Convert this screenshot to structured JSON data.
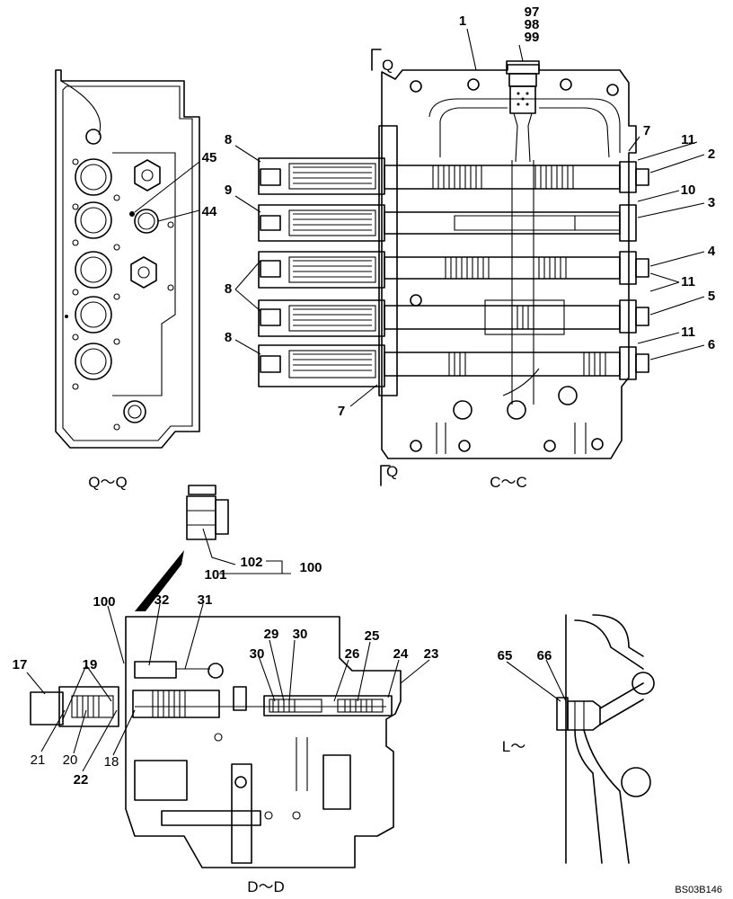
{
  "views": {
    "q_q": "Q～Q",
    "c_c": "C～C",
    "d_d": "D～D",
    "l": "L～"
  },
  "section_markers": {
    "q_top": "Q",
    "q_bottom": "Q"
  },
  "callouts": {
    "c1": "1",
    "c2": "2",
    "c3": "3",
    "c4": "4",
    "c5": "5",
    "c6": "6",
    "c7a": "7",
    "c7b": "7",
    "c8a": "8",
    "c8b": "8",
    "c8c": "8",
    "c9": "9",
    "c10": "10",
    "c11a": "11",
    "c11b": "11",
    "c11c": "11",
    "c17": "17",
    "c18": "18",
    "c19": "19",
    "c20": "20",
    "c21": "21",
    "c22": "22",
    "c23": "23",
    "c24": "24",
    "c25": "25",
    "c26": "26",
    "c29": "29",
    "c30a": "30",
    "c30b": "30",
    "c31": "31",
    "c32": "32",
    "c44": "44",
    "c45": "45",
    "c65": "65",
    "c66": "66",
    "c97": "97",
    "c98": "98",
    "c99": "99",
    "c100a": "100",
    "c100b": "100",
    "c101": "101",
    "c102": "102"
  },
  "drawing_code": "BS03B146"
}
